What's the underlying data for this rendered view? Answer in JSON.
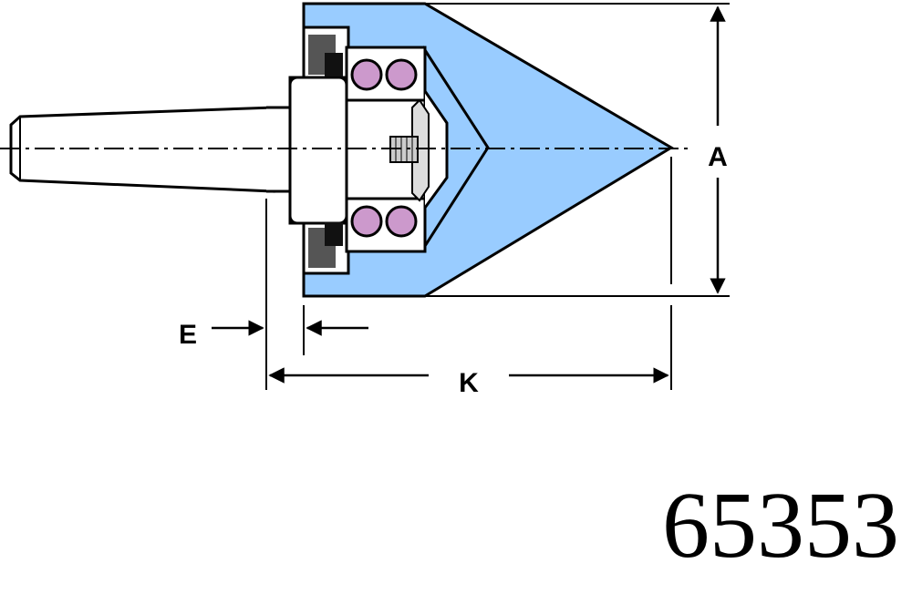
{
  "diagram": {
    "labels": {
      "dimension_a": "A",
      "dimension_e": "E",
      "dimension_k": "K"
    },
    "colors": {
      "body_fill": "#99ccff",
      "ball_fill": "#cc99cc",
      "line": "#000000"
    }
  },
  "part_number": "65353"
}
